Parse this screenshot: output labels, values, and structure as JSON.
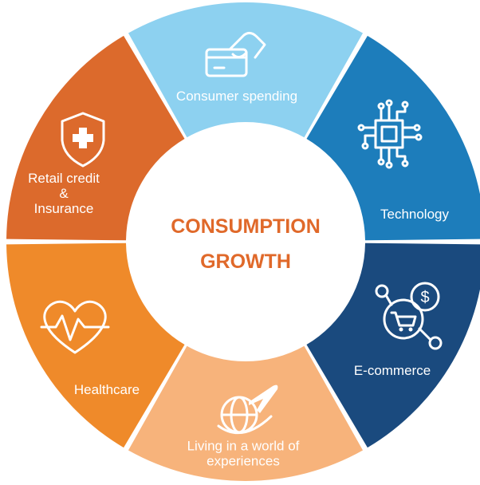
{
  "center": {
    "line1": "CONSUMPTION",
    "line2": "GROWTH",
    "color": "#e0692a"
  },
  "segments": [
    {
      "id": "consumer-spending",
      "label_lines": [
        "Consumer spending"
      ],
      "color": "#8dd1f0",
      "icon": "credit-card-hand-icon"
    },
    {
      "id": "technology",
      "label_lines": [
        "Technology"
      ],
      "color": "#1d7dbb",
      "icon": "microchip-icon"
    },
    {
      "id": "e-commerce",
      "label_lines": [
        "E-commerce"
      ],
      "color": "#1a4a7e",
      "icon": "shopping-cart-dollar-icon"
    },
    {
      "id": "living-experiences",
      "label_lines": [
        "Living in a world of",
        "experiences"
      ],
      "color": "#f7b37b",
      "icon": "globe-airplane-icon"
    },
    {
      "id": "healthcare",
      "label_lines": [
        "Healthcare"
      ],
      "color": "#ef8a2a",
      "icon": "heart-pulse-icon"
    },
    {
      "id": "retail-credit",
      "label_lines": [
        "Retail credit",
        "&",
        "Insurance"
      ],
      "color": "#dc6a2c",
      "icon": "shield-cross-icon"
    }
  ]
}
